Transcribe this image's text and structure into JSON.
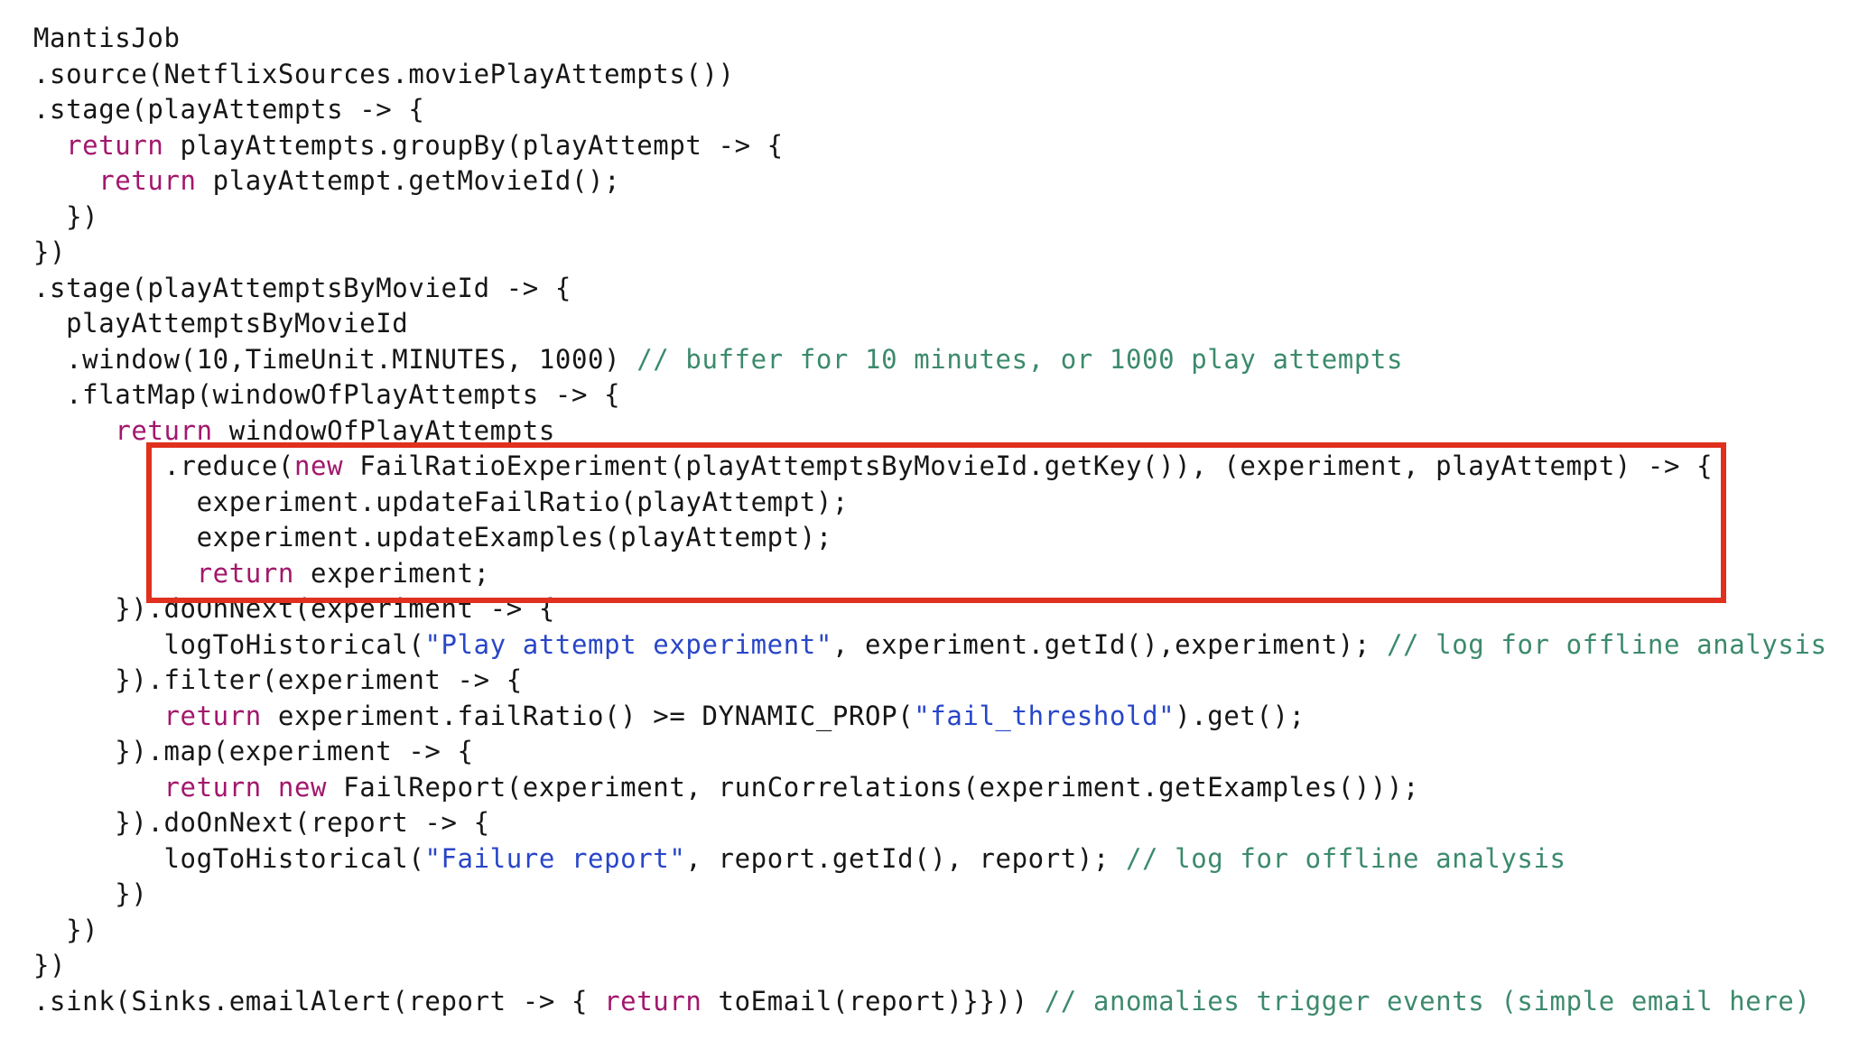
{
  "accent_colors": {
    "keyword": "#a2176c",
    "string": "#2846c8",
    "comment": "#3c8a6c",
    "highlight_box": "#e0301e"
  },
  "code_lines": [
    [
      {
        "t": "MantisJob",
        "c": ""
      }
    ],
    [
      {
        "t": ".source(NetflixSources.moviePlayAttempts())",
        "c": ""
      }
    ],
    [
      {
        "t": ".stage(playAttempts -> {",
        "c": ""
      }
    ],
    [
      {
        "t": "  ",
        "c": ""
      },
      {
        "t": "return",
        "c": "kw"
      },
      {
        "t": " playAttempts.groupBy(playAttempt -> {",
        "c": ""
      }
    ],
    [
      {
        "t": "    ",
        "c": ""
      },
      {
        "t": "return",
        "c": "kw"
      },
      {
        "t": " playAttempt.getMovieId();",
        "c": ""
      }
    ],
    [
      {
        "t": "  })",
        "c": ""
      }
    ],
    [
      {
        "t": "})",
        "c": ""
      }
    ],
    [
      {
        "t": ".stage(playAttemptsByMovieId -> {",
        "c": ""
      }
    ],
    [
      {
        "t": "  playAttemptsByMovieId",
        "c": ""
      }
    ],
    [
      {
        "t": "  .window(10,TimeUnit.MINUTES, 1000) ",
        "c": ""
      },
      {
        "t": "// buffer for 10 minutes, or 1000 play attempts",
        "c": "cm"
      }
    ],
    [
      {
        "t": "  .flatMap(windowOfPlayAttempts -> {",
        "c": ""
      }
    ],
    [
      {
        "t": "     ",
        "c": ""
      },
      {
        "t": "return",
        "c": "kw"
      },
      {
        "t": " windowOfPlayAttempts",
        "c": ""
      }
    ],
    [
      {
        "t": "        .reduce(",
        "c": ""
      },
      {
        "t": "new",
        "c": "kw"
      },
      {
        "t": " FailRatioExperiment(playAttemptsByMovieId.getKey()), (experiment, playAttempt) -> {",
        "c": ""
      }
    ],
    [
      {
        "t": "          experiment.updateFailRatio(playAttempt);",
        "c": ""
      }
    ],
    [
      {
        "t": "          experiment.updateExamples(playAttempt);",
        "c": ""
      }
    ],
    [
      {
        "t": "          ",
        "c": ""
      },
      {
        "t": "return",
        "c": "kw"
      },
      {
        "t": " experiment;",
        "c": ""
      }
    ],
    [
      {
        "t": "     }).doOnNext(experiment -> {",
        "c": ""
      }
    ],
    [
      {
        "t": "        logToHistorical(",
        "c": ""
      },
      {
        "t": "\"Play attempt experiment\"",
        "c": "str"
      },
      {
        "t": ", experiment.getId(),experiment); ",
        "c": ""
      },
      {
        "t": "// log for offline analysis",
        "c": "cm"
      }
    ],
    [
      {
        "t": "     }).filter(experiment -> {",
        "c": ""
      }
    ],
    [
      {
        "t": "        ",
        "c": ""
      },
      {
        "t": "return",
        "c": "kw"
      },
      {
        "t": " experiment.failRatio() >= DYNAMIC_PROP(",
        "c": ""
      },
      {
        "t": "\"fail_threshold\"",
        "c": "str"
      },
      {
        "t": ").get();",
        "c": ""
      }
    ],
    [
      {
        "t": "     }).map(experiment -> {",
        "c": ""
      }
    ],
    [
      {
        "t": "        ",
        "c": ""
      },
      {
        "t": "return new",
        "c": "kw"
      },
      {
        "t": " FailReport(experiment, runCorrelations(experiment.getExamples()));",
        "c": ""
      }
    ],
    [
      {
        "t": "     }).doOnNext(report -> {",
        "c": ""
      }
    ],
    [
      {
        "t": "        logToHistorical(",
        "c": ""
      },
      {
        "t": "\"Failure report\"",
        "c": "str"
      },
      {
        "t": ", report.getId(), report); ",
        "c": ""
      },
      {
        "t": "// log for offline analysis",
        "c": "cm"
      }
    ],
    [
      {
        "t": "     })",
        "c": ""
      }
    ],
    [
      {
        "t": "  })",
        "c": ""
      }
    ],
    [
      {
        "t": "})",
        "c": ""
      }
    ],
    [
      {
        "t": ".sink(Sinks.emailAlert(report -> { ",
        "c": ""
      },
      {
        "t": "return",
        "c": "kw"
      },
      {
        "t": " toEmail(report)}})) ",
        "c": ""
      },
      {
        "t": "// anomalies trigger events (simple email here)",
        "c": "cm"
      }
    ]
  ]
}
